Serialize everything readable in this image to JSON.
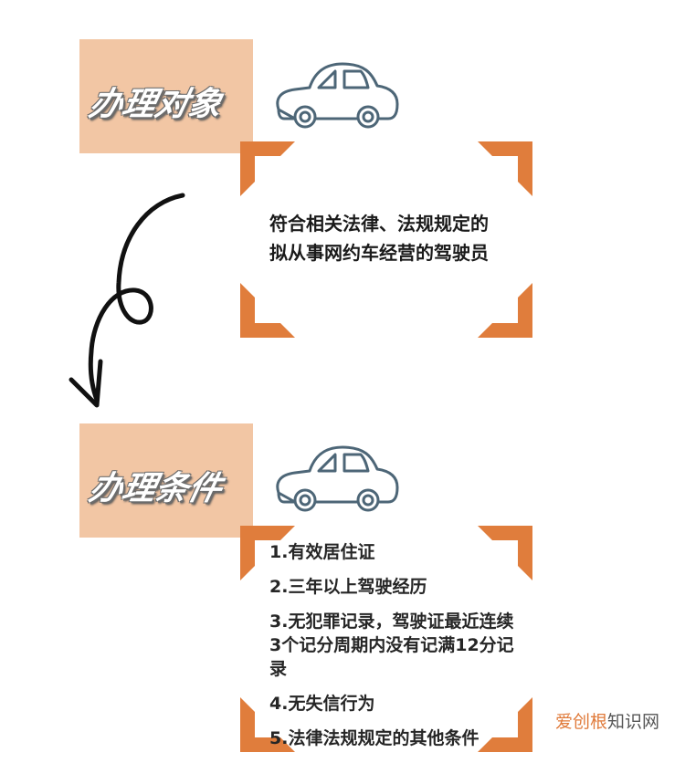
{
  "section1": {
    "title": "办理对象",
    "description_lines": [
      "符合相关法律、法规规定的",
      "拟从事网约车经营的驾驶员"
    ],
    "icon": "car-outline-icon"
  },
  "section2": {
    "title": "办理条件",
    "icon": "car-outline-icon",
    "items": [
      "1.有效居住证",
      "2.三年以上驾驶经历",
      "3.无犯罪记录，驾驶证最近连续3个记分周期内没有记满12分记录",
      "4.无失信行为",
      "5.法律法规规定的其他条件"
    ]
  },
  "connector": {
    "icon": "curly-arrow-down-icon"
  },
  "watermark": {
    "part1": "爱创根",
    "part2": "知识网"
  },
  "colors": {
    "title_block": "#f2c6a4",
    "bracket": "#e07d3c",
    "car_stroke": "#4d6677",
    "text": "#1a1a1a"
  }
}
